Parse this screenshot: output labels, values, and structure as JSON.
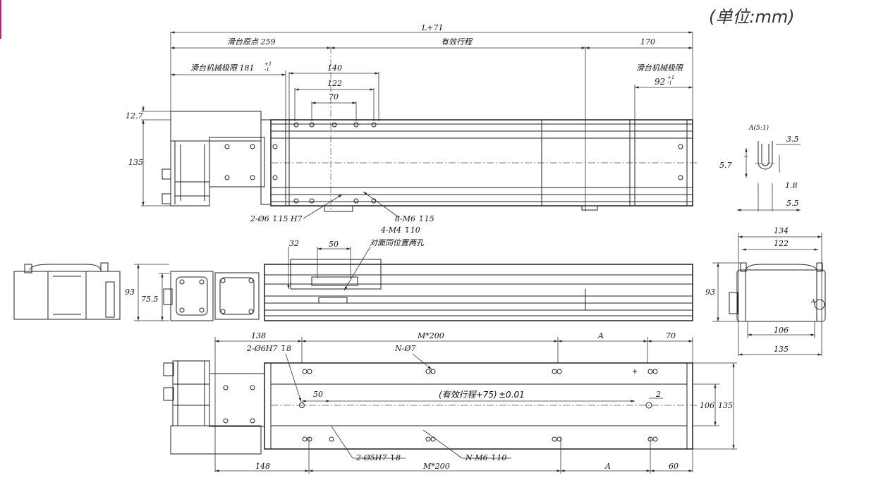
{
  "unit_label": "(单位:mm)",
  "top_view": {
    "overall": "L+71",
    "slide_origin": "滑台原点 259",
    "effective_stroke": "有效行程",
    "right_170": "170",
    "slide_limit_left": "滑台机械极限 181",
    "slide_limit_left_tol": "+1\n-1",
    "slide_limit_right": "滑台机械极限",
    "slide_limit_right_val": "92",
    "w140": "140",
    "w122": "122",
    "w70": "70",
    "h12_7": "12.7",
    "h135": "135",
    "callout_pin": "2-Ø6 ↧15  H7",
    "callout_m6": "8-M6 ↧15",
    "callout_m4": "4-M4 ↧10"
  },
  "detail_a": {
    "title": "A(5:1)",
    "d3_5": "3.5",
    "d5_7": "5.7",
    "d1_8": "1.8",
    "d5_5": "5.5"
  },
  "side_view": {
    "d32": "32",
    "d50": "50",
    "note": "对面同位置两孔",
    "h93": "93",
    "h75_5": "75.5"
  },
  "end_view": {
    "w134": "134",
    "w122": "122",
    "h93": "93",
    "w106": "106",
    "w135": "135",
    "mark_a": "A"
  },
  "bottom_view": {
    "d138": "138",
    "m200_top": "M*200",
    "a_top": "A",
    "d70": "70",
    "callout_pin_top": "2-Ø6H7 ↧8",
    "callout_n7": "N-Ø7",
    "d50": "50",
    "stroke_note": "(有效行程+75)",
    "stroke_tol": "±0.01",
    "d2": "2",
    "h106": "106",
    "h135": "135",
    "callout_pin_bot": "2-Ø5H7 ↧8",
    "callout_nm6": "N-M6  ↧10",
    "d148": "148",
    "m200_bot": "M*200",
    "a_bot": "A",
    "d60": "60"
  }
}
